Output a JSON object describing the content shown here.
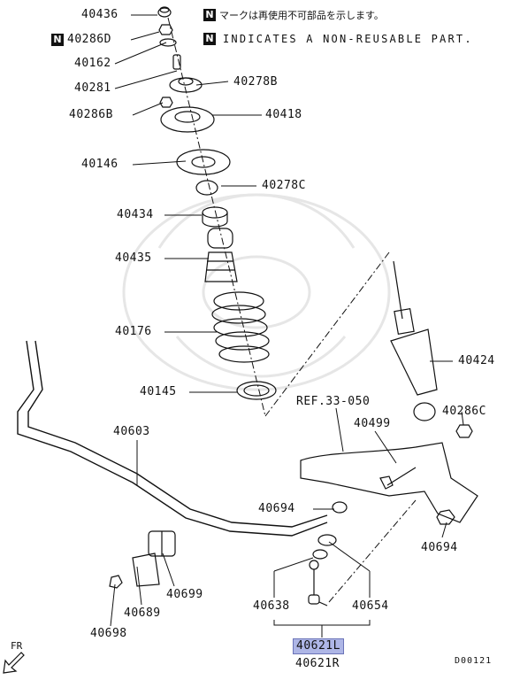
{
  "legend": {
    "mark": "N",
    "japanese": "マークは再使用不可部品を示します。",
    "english": "INDICATES A NON-REUSABLE PART."
  },
  "labels": {
    "p40436": "40436",
    "p40286D": "40286D",
    "p40162": "40162",
    "p40281": "40281",
    "p40278B": "40278B",
    "p40286B": "40286B",
    "p40418": "40418",
    "p40146": "40146",
    "p40278C": "40278C",
    "p40434": "40434",
    "p40435": "40435",
    "p40176": "40176",
    "p40145": "40145",
    "p40424": "40424",
    "p40286C": "40286C",
    "ref": "REF.33-050",
    "p40499": "40499",
    "p40603": "40603",
    "p40694a": "40694",
    "p40694b": "40694",
    "p40699": "40699",
    "p40689": "40689",
    "p40698": "40698",
    "p40638": "40638",
    "p40654": "40654",
    "p40621L": "40621L",
    "p40621R": "40621R"
  },
  "markers": {
    "fr": "FR",
    "diagram_code": "D00121"
  },
  "colors": {
    "highlight": "#aeb6e6",
    "line": "#111111"
  }
}
